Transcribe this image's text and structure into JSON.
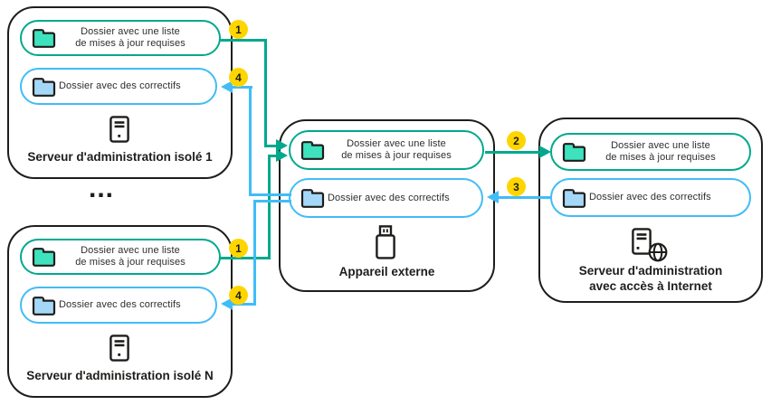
{
  "diagram": {
    "ellipsis": "...",
    "steps": {
      "one": "1",
      "two": "2",
      "three": "3",
      "four": "4"
    },
    "folders": {
      "updates_line1": "Dossier avec une liste",
      "updates_line2": "de mises à jour requises",
      "updates_full": "Dossier avec une liste de mises à jour requises",
      "patches": "Dossier avec des correctifs"
    },
    "nodes": {
      "isolated1": {
        "label": "Serveur d'administration isolé 1"
      },
      "isolatedN": {
        "label": "Serveur d'administration isolé N"
      },
      "external": {
        "label": "Appareil externe"
      },
      "internet": {
        "label_line1": "Serveur d'administration",
        "label_line2": "avec accès à Internet"
      }
    },
    "colors": {
      "teal": "#00A88E",
      "teal_folder_fill": "#3EE3BE",
      "blue": "#41BCF7",
      "blue_folder_fill": "#A5D8F8",
      "yellow": "#FFD500",
      "ink": "#1D1D1B"
    },
    "icons": {
      "updates_folder": "folder-icon",
      "patches_folder": "folder-icon",
      "isolated_server": "tower-server-icon",
      "external_device": "usb-stick-icon",
      "internet_server": "server-with-globe-icon"
    }
  }
}
